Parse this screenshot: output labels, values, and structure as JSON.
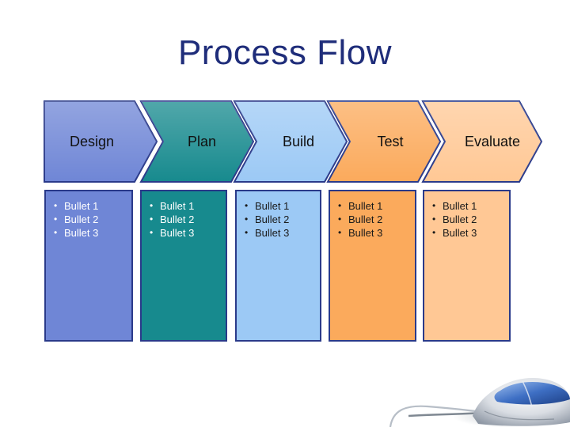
{
  "slide": {
    "title": "Process Flow"
  },
  "steps": [
    {
      "label": "Design",
      "arrow_color": "#6f86d6",
      "box_color": "#6f86d6",
      "text_color": "#ffffff",
      "bullets": [
        "Bullet 1",
        "Bullet 2",
        "Bullet 3"
      ]
    },
    {
      "label": "Plan",
      "arrow_color": "#178a8e",
      "box_color": "#178a8e",
      "text_color": "#ffffff",
      "bullets": [
        "Bullet 1",
        "Bullet 2",
        "Bullet 3"
      ]
    },
    {
      "label": "Build",
      "arrow_color": "#9cc9f5",
      "box_color": "#9cc9f5",
      "text_color": "#1a1a1a",
      "bullets": [
        "Bullet 1",
        "Bullet 2",
        "Bullet 3"
      ]
    },
    {
      "label": "Test",
      "arrow_color": "#fbaa5c",
      "box_color": "#fbaa5c",
      "text_color": "#1a1a1a",
      "bullets": [
        "Bullet 1",
        "Bullet 2",
        "Bullet 3"
      ]
    },
    {
      "label": "Evaluate",
      "arrow_color": "#ffc895",
      "box_color": "#ffc895",
      "text_color": "#1a1a1a",
      "bullets": [
        "Bullet 1",
        "Bullet 2",
        "Bullet 3"
      ]
    }
  ],
  "decor": {
    "mouse_icon": "computer-mouse-icon"
  }
}
